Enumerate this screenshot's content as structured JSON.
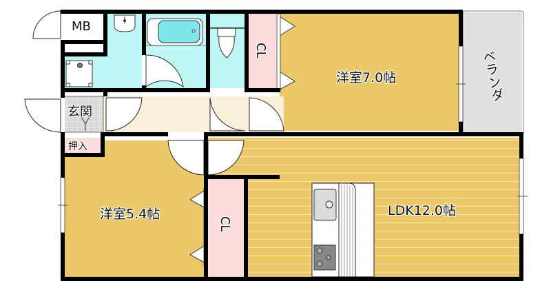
{
  "floorplan": {
    "colors": {
      "room_floor": "#ebc96a",
      "wet_area": "#bff7f7",
      "closet": "#fddcdc",
      "hallway": "#f8f0dc",
      "balcony": "#e0e0e0",
      "entrance_tile": "#d8d8d8",
      "wall": "#000000"
    },
    "rooms": [
      {
        "id": "western-room-1",
        "label": "洋室7.0帖",
        "type": "Western-style room",
        "size_jo": 7.0
      },
      {
        "id": "western-room-2",
        "label": "洋室5.4帖",
        "type": "Western-style room",
        "size_jo": 5.4
      },
      {
        "id": "ldk",
        "label": "LDK12.0帖",
        "type": "Living/Dining/Kitchen",
        "size_jo": 12.0
      },
      {
        "id": "balcony",
        "label": "ベランダ",
        "type": "Balcony"
      },
      {
        "id": "entrance",
        "label": "玄関",
        "type": "Entrance"
      },
      {
        "id": "storage",
        "label": "押入",
        "type": "Storage closet"
      },
      {
        "id": "meter-box",
        "label": "MB",
        "type": "Meter box"
      },
      {
        "id": "closet-1",
        "label": "CL",
        "type": "Closet"
      },
      {
        "id": "closet-2",
        "label": "CL",
        "type": "Closet"
      }
    ],
    "fixtures": [
      "washbasin",
      "washing-machine-pan",
      "bathtub",
      "toilet",
      "kitchen-sink",
      "gas-stove",
      "kitchen-counter"
    ]
  }
}
